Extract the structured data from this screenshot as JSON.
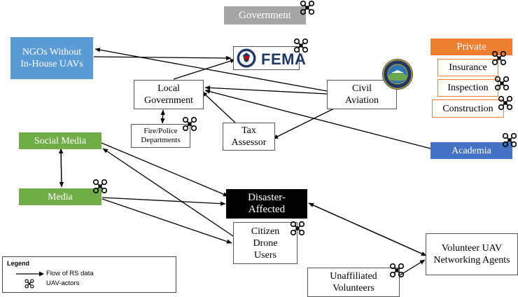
{
  "nodes": {
    "government": "Government",
    "ngos": "NGOs Without In-House UAVs",
    "fema": "FEMA",
    "private": "Private",
    "insurance": "Insurance",
    "inspection": "Inspection",
    "construction": "Construction",
    "local_government": "Local Government",
    "civil_aviation": "Civil Aviation",
    "fire_police": "Fire/Police Departments",
    "tax_assessor": "Tax Assessor",
    "social_media": "Social Media",
    "academia": "Academia",
    "media": "Media",
    "disaster_affected": "Disaster-Affected",
    "citizen_drone_users": "Citizen Drone Users",
    "volunteer_uav": "Volunteer UAV Networking Agents",
    "unaffiliated_volunteers": "Unaffiliated Volunteers"
  },
  "legend": {
    "title": "Legend",
    "flow": "Flow of RS data",
    "actors": "UAV-actors"
  },
  "colors": {
    "gray": "#A5A5A5",
    "blue": "#5B9BD5",
    "orange": "#ED7D31",
    "green": "#70AD47",
    "dark_blue": "#4472C4",
    "black": "#000000",
    "fema_blue": "#1F3864"
  },
  "icons": [
    "drone-icon",
    "dhs-seal-icon",
    "faa-seal-icon",
    "arrow-icon"
  ]
}
